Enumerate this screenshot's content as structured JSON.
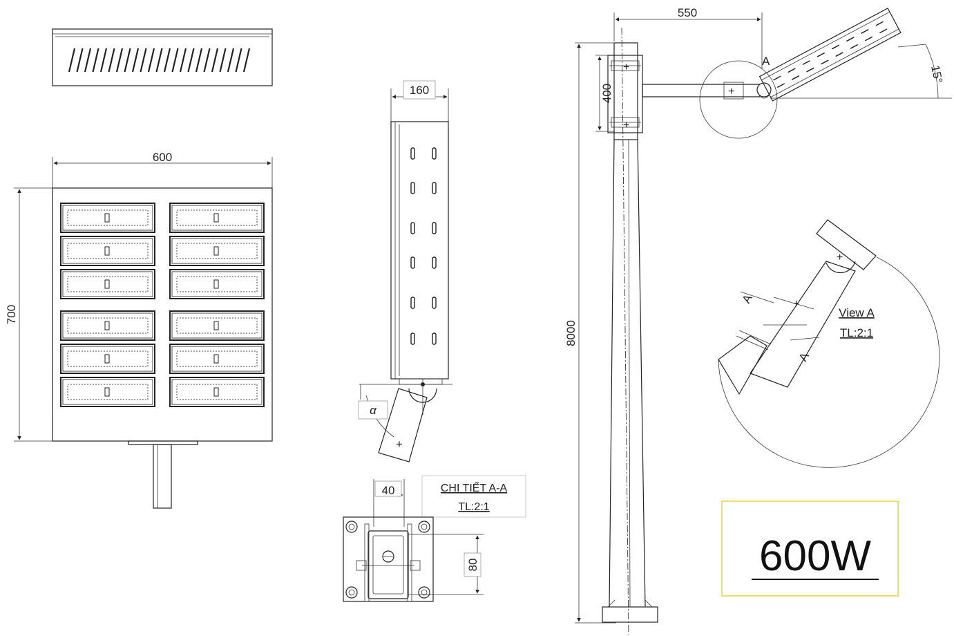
{
  "front_view": {
    "width_dim": "600",
    "height_dim": "700"
  },
  "side_view": {
    "width_dim": "160",
    "angle_symbol": "α"
  },
  "section_aa": {
    "title": "CHI TIẾT A-A",
    "scale": "TL:2:1",
    "width_dim": "40",
    "height_dim": "80"
  },
  "pole": {
    "arm_length_dim": "550",
    "bracket_height_dim": "400",
    "pole_height_dim": "8000",
    "tilt_angle": "15°",
    "detail_marker": "A"
  },
  "view_a": {
    "title": "View A",
    "scale": "TL:2:1",
    "section_marker_top": "A",
    "section_marker_bottom": "A"
  },
  "power_badge": {
    "text": "600W",
    "border_color": "#f2dc6e"
  }
}
